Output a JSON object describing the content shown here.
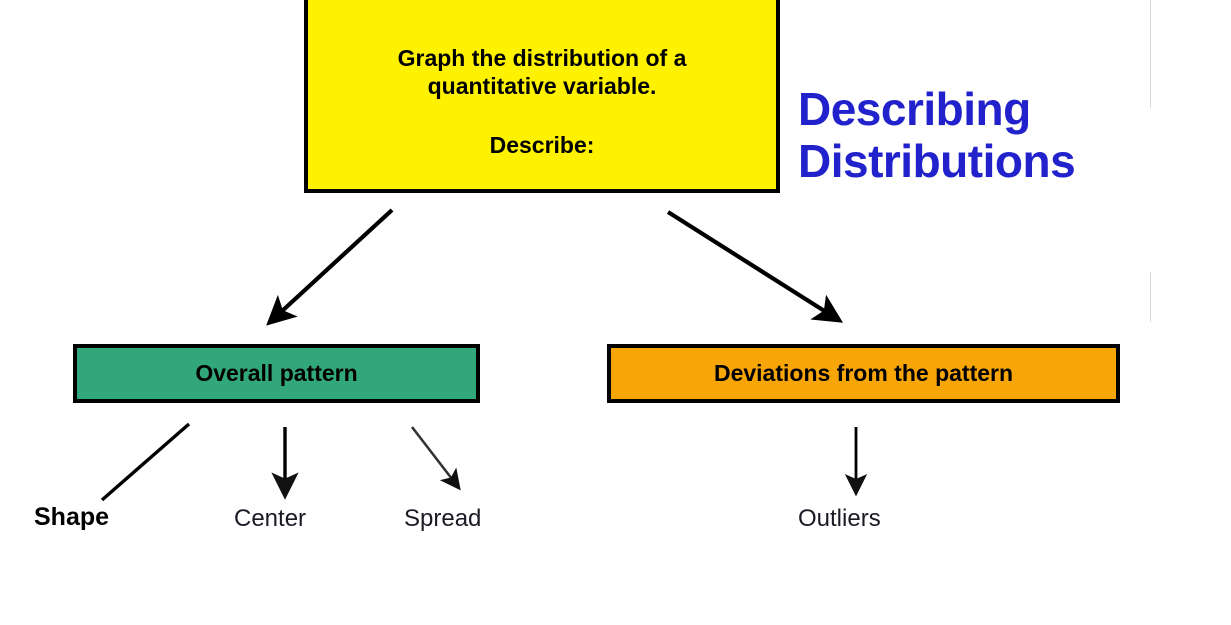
{
  "slide": {
    "title": "Describing Distributions",
    "title_lines": [
      "Describing",
      "Distributions"
    ],
    "title_color": "#2222CC",
    "background": "#FFFFFF"
  },
  "diagram": {
    "type": "flowchart",
    "root": {
      "id": "graph-distribution",
      "line1": "Graph the distribution of a",
      "line2": "quantitative variable.",
      "line3": "Describe:",
      "fill": "#FFF200",
      "border": "#000000",
      "text_color": "#000000"
    },
    "branches": [
      {
        "id": "overall-pattern",
        "label": "Overall pattern",
        "fill": "#33A77C",
        "border": "#000000",
        "text_color": "#000000",
        "children": [
          {
            "id": "shape",
            "label": "Shape",
            "connector": "line"
          },
          {
            "id": "center",
            "label": "Center",
            "connector": "arrow"
          },
          {
            "id": "spread",
            "label": "Spread",
            "connector": "arrow"
          }
        ]
      },
      {
        "id": "deviations-from-pattern",
        "label": "Deviations from the pattern",
        "fill": "#F8A508",
        "border": "#000000",
        "text_color": "#000000",
        "children": [
          {
            "id": "outliers",
            "label": "Outliers",
            "connector": "arrow"
          }
        ]
      }
    ]
  }
}
